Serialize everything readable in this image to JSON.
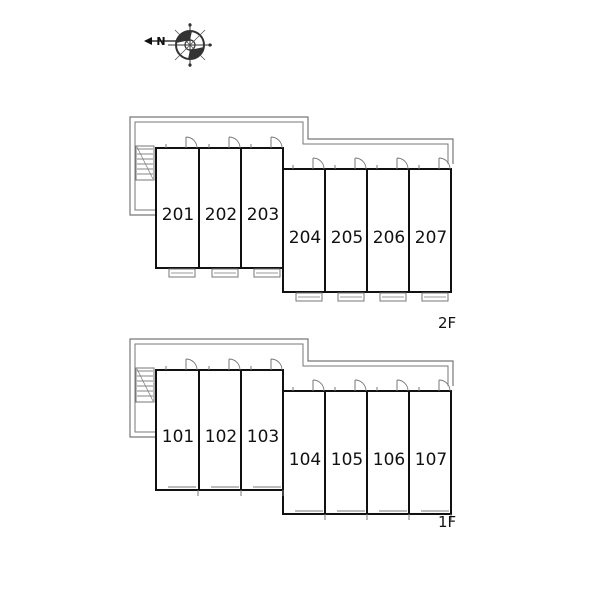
{
  "compass": {
    "north_label": "N"
  },
  "floors": [
    {
      "label": "2F",
      "units": [
        "201",
        "202",
        "203",
        "204",
        "205",
        "206",
        "207"
      ]
    },
    {
      "label": "1F",
      "units": [
        "101",
        "102",
        "103",
        "104",
        "105",
        "106",
        "107"
      ]
    }
  ],
  "colors": {
    "line": "#111111",
    "thin": "#777777",
    "background": "#ffffff"
  }
}
